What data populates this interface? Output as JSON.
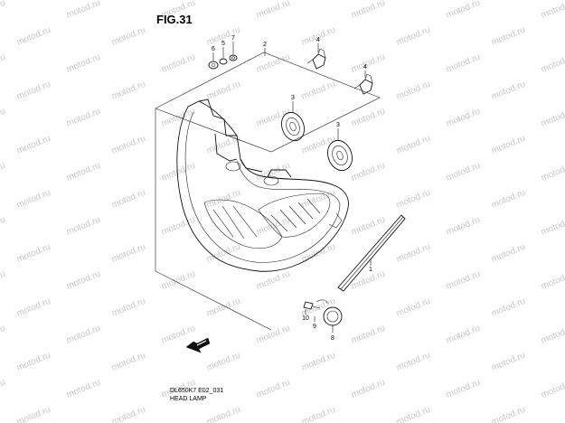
{
  "figure": {
    "title": "FIG.31",
    "code": "DL650K7 E02_031",
    "caption": "HEAD LAMP",
    "watermark": "motod.ru"
  },
  "callouts": [
    "1",
    "2",
    "3",
    "3",
    "4",
    "4",
    "5",
    "6",
    "7",
    "8",
    "9",
    "10"
  ],
  "colors": {
    "line": "#111111",
    "watermark": "#c8c8c8",
    "background": "#ffffff"
  },
  "icons": [
    "front-arrow-icon"
  ]
}
